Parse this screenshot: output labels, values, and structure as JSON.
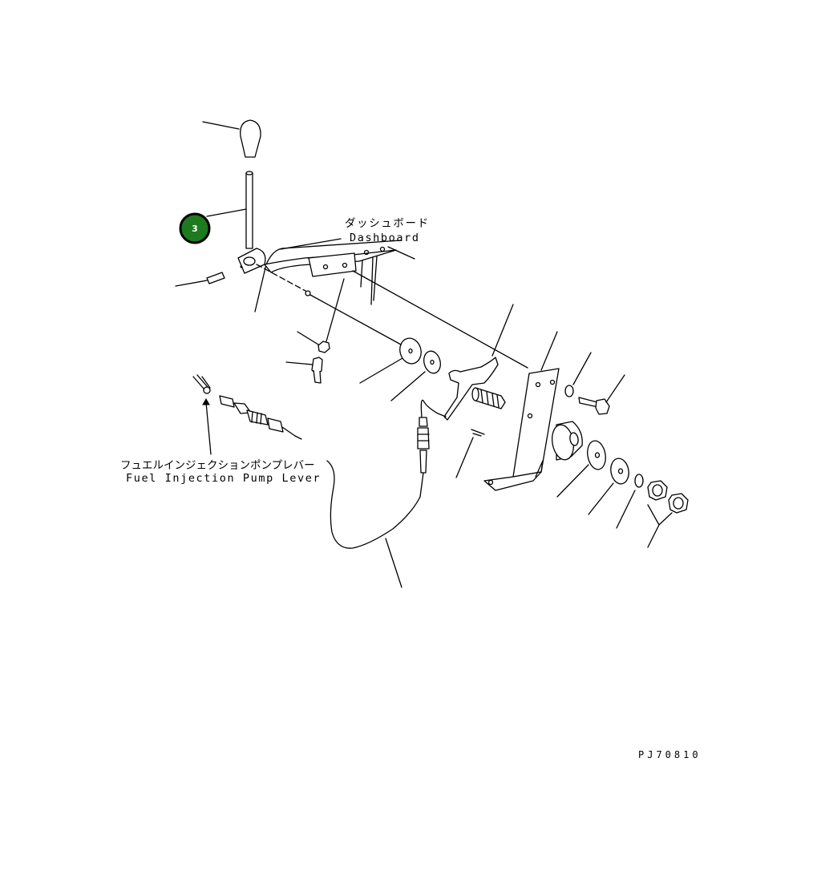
{
  "labels": {
    "dashboard_jp": "ダッシュボード",
    "dashboard_en": "Dashboard",
    "fuel_lever_jp": "フュエルインジェクションポンプレバー",
    "fuel_lever_en": "Fuel Injection Pump Lever",
    "drawing_number": "PJ70810"
  },
  "callouts": [
    {
      "number": "3",
      "color": "#1e7a1e",
      "border": "#000000"
    }
  ]
}
